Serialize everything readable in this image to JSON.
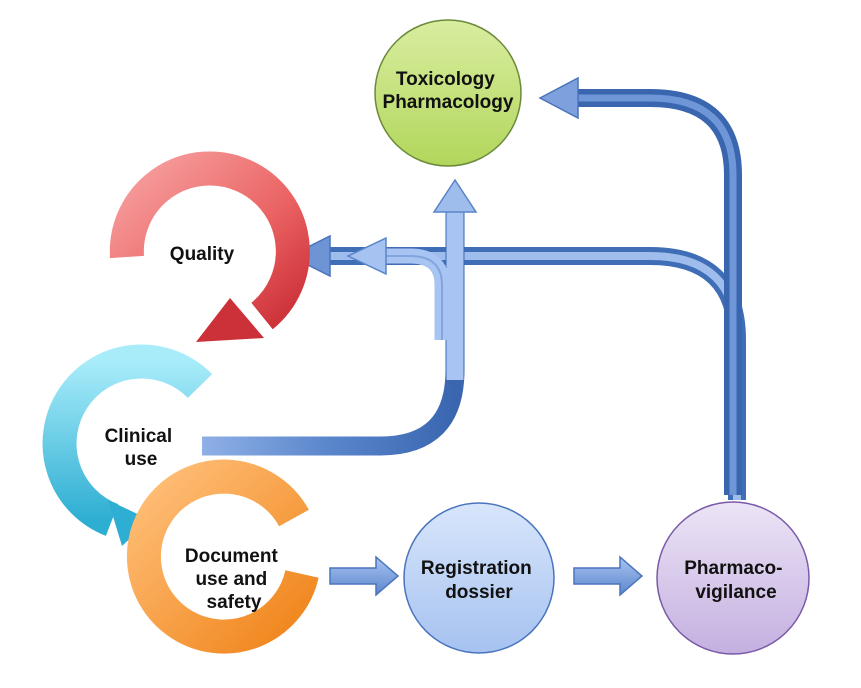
{
  "nodes": {
    "toxicology": {
      "lines": [
        "Toxicology",
        "Pharmacology"
      ]
    },
    "quality": {
      "lines": [
        "Quality"
      ]
    },
    "clinical": {
      "lines": [
        "Clinical",
        "use"
      ]
    },
    "document": {
      "lines": [
        "Document",
        "use and",
        "safety"
      ]
    },
    "registration": {
      "lines": [
        "Registration",
        "dossier"
      ]
    },
    "pharmacovigilance": {
      "lines": [
        "Pharmaco-",
        "vigilance"
      ]
    }
  },
  "colors": {
    "toxicology_fill": "#c4e07a",
    "registration_fill": "#bcd2f7",
    "pharmacovigilance_fill": "#ddd0ee",
    "quality_arrow": "#e0484f",
    "clinical_arrow": "#3cc0e0",
    "document_arrow": "#f79a2e",
    "flow_arrow": "#4a78c2"
  }
}
